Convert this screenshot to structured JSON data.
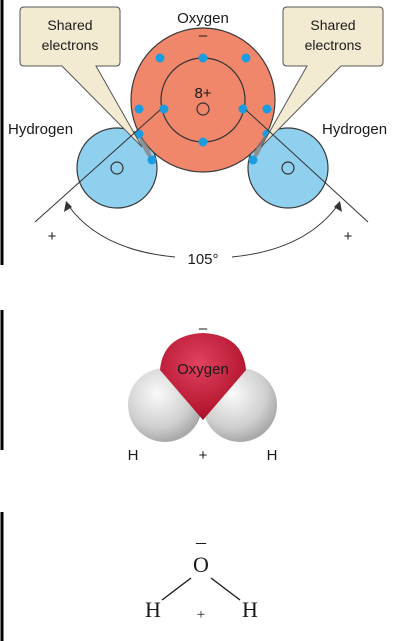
{
  "panel1": {
    "oxygen_label": "Oxygen",
    "oxygen_charge": "–",
    "nucleus_label": "8+",
    "hydrogen_left_label": "Hydrogen",
    "hydrogen_right_label": "Hydrogen",
    "shared_left_line1": "Shared",
    "shared_left_line2": "electrons",
    "shared_right_line1": "Shared",
    "shared_right_line2": "electrons",
    "plus_left": "+",
    "plus_right": "+",
    "angle_label": "105°"
  },
  "panel2": {
    "oxygen_label": "Oxygen",
    "oxygen_charge": "–",
    "h_left": "H",
    "h_right": "H",
    "plus": "+"
  },
  "panel3": {
    "o_symbol": "O",
    "o_charge": "–",
    "h_left": "H",
    "h_right": "H",
    "plus": "+"
  },
  "colors": {
    "oxygen_shell": "#f0866a",
    "hydrogen": "#8fd0ef",
    "electron": "#1a9de0",
    "callout": "#f3ead2",
    "oxygen_3d": "#c41e3a",
    "hydrogen_3d": "#d8d8d8"
  }
}
